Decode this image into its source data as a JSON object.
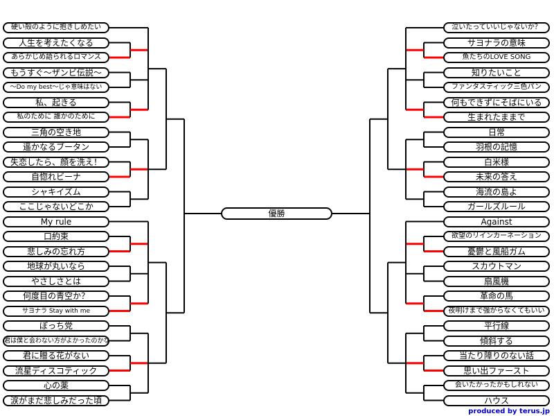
{
  "final": {
    "label": "優勝"
  },
  "credit": "produced by terus.jp",
  "colors": {
    "line": "#000000",
    "win": "#ff0000"
  },
  "left": [
    "硬い殻のように抱きしめたい",
    "人生を考えたくなる",
    "あらかじめ語られるロマンス",
    "もうすぐ～ザンビ伝説～",
    "～Do my best～じゃ意味はない",
    "私、起きる",
    "私のために 誰かのために",
    "三角の空き地",
    "遥かなるブータン",
    "失恋したら、顔を洗え！",
    "自惚れビーナ",
    "シャキイズム",
    "ここじゃないどこか",
    "My rule",
    "口約束",
    "悲しみの忘れ方",
    "地球が丸いなら",
    "やさしさとは",
    "何度目の青空か？",
    "サヨナラ Stay with me",
    "ぼっち党",
    "君は僕と会わない方がよかったのかな",
    "君に贈る花がない",
    "流星ディスコティック",
    "心の薬",
    "涙がまだ悲しみだった頃"
  ],
  "right": [
    "泣いたっていいじゃないか？",
    "サヨナラの意味",
    "魚たちのLOVE SONG",
    "知りたいこと",
    "ファンタスティック三色パン",
    "何もできずにそばにいる",
    "生まれたままで",
    "日常",
    "羽根の記憶",
    "白米様",
    "未来の答え",
    "海流の島よ",
    "ガールズルール",
    "Against",
    "欲望のリインカーネーション",
    "憂鬱と風船ガム",
    "スカウトマン",
    "扇風機",
    "革命の馬",
    "夜明けまで強がらなくてもいい",
    "平行線",
    "傾斜する",
    "当たり障りのない話",
    "思い出ファースト",
    "会いたかったかもしれない",
    "ハウス"
  ]
}
